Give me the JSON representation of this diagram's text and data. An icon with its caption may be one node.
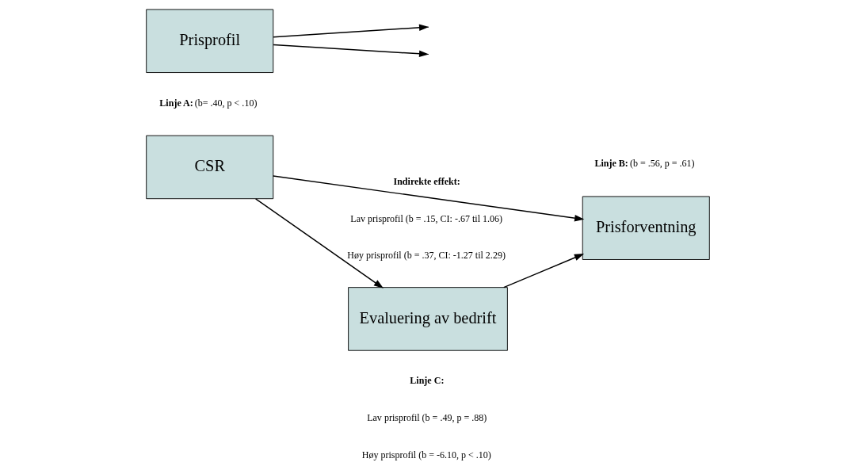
{
  "diagram": {
    "nodes": [
      {
        "text": [
          "Prisprofil"
        ]
      },
      {
        "text": [
          "Evaluering av bedrift"
        ]
      },
      {
        "text": [
          "CSR"
        ]
      },
      {
        "text": [
          "Prisforventning"
        ]
      }
    ],
    "edges": [
      {
        "from": 0,
        "to": null,
        "arrow": "to"
      },
      {
        "from": 0,
        "to": null,
        "arrow": "to"
      },
      {
        "from": 2,
        "to": 1,
        "arrow": "to"
      },
      {
        "from": 1,
        "to": 3,
        "arrow": "to"
      },
      {
        "from": 2,
        "to": 3,
        "arrow": "to"
      }
    ],
    "labels": [
      "**Indirekte effekt:**",
      "Lav prisprofil (b = .15, CI: -.67 til 1.06)",
      "Høy prisprofil (b = .37, CI: -1.27 til 2.29)",
      "**Linje A:** (b= .40, p < .10)",
      "**Linje B:** (b = .56, p = .61)",
      "**Linje C:**",
      "Lav prisprofil (b = .49, p = .88)",
      "Høy prisprofil (b = -6.10, p < .10)"
    ]
  }
}
